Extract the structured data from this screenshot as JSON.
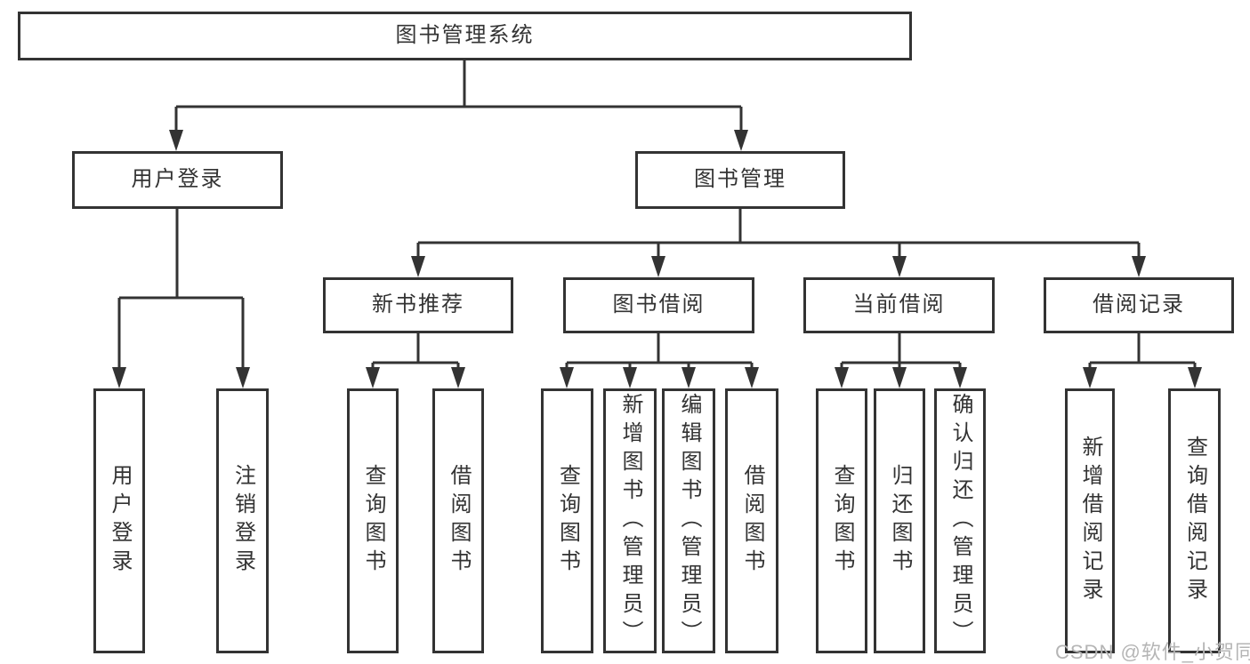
{
  "diagram": {
    "root_label": "图书管理系统",
    "login": {
      "label": "用户登录",
      "children": [
        "用户登录",
        "注销登录"
      ]
    },
    "management": {
      "label": "图书管理",
      "sections": [
        {
          "label": "新书推荐",
          "children": [
            "查询图书",
            "借阅图书"
          ]
        },
        {
          "label": "图书借阅",
          "children": [
            "查询图书",
            "新增图书（管理员）",
            "编辑图书（管理员）",
            "借阅图书"
          ]
        },
        {
          "label": "当前借阅",
          "children": [
            "查询图书",
            "归还图书",
            "确认归还（管理员）"
          ]
        },
        {
          "label": "借阅记录",
          "children": [
            "新增借阅记录",
            "查询借阅记录"
          ]
        }
      ]
    }
  },
  "watermark": "CSDN @软件_小贺同学",
  "colors": {
    "line": "#333333",
    "text": "#333333",
    "box_background": "#ffffff",
    "watermark": "#b5b5b5"
  }
}
